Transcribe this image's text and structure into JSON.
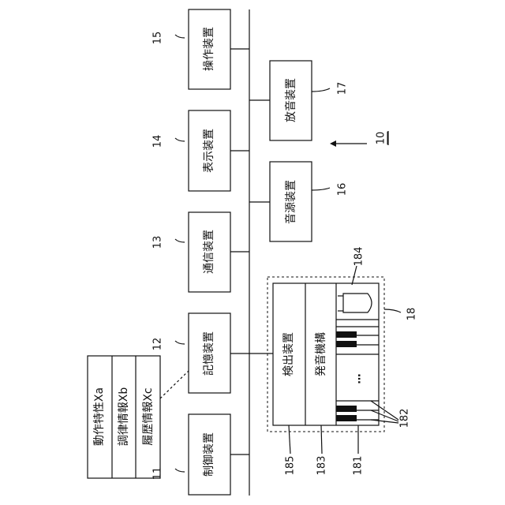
{
  "diagram": {
    "system_ref": "10",
    "blocks": {
      "operation": {
        "ref": "15",
        "label": "操作装置"
      },
      "display": {
        "ref": "14",
        "label": "表示装置"
      },
      "communication": {
        "ref": "13",
        "label": "通信装置"
      },
      "storage": {
        "ref": "12",
        "label": "記憶装置"
      },
      "control": {
        "ref": "11",
        "label": "制御装置"
      },
      "sound_output": {
        "ref": "17",
        "label": "放音装置"
      },
      "sound_source": {
        "ref": "16",
        "label": "音源装置"
      }
    },
    "storage_contents": [
      "動作特性Xa",
      "調律情報Xb",
      "履歴情報Xc"
    ],
    "instrument": {
      "ref": "18",
      "detector": {
        "ref": "185",
        "label": "検出装置"
      },
      "sounding": {
        "ref": "183",
        "label": "発音機構"
      },
      "keyboard_ref": "181",
      "keys_ref": "182",
      "pedal_ref": "184",
      "ellipsis": "…"
    }
  }
}
